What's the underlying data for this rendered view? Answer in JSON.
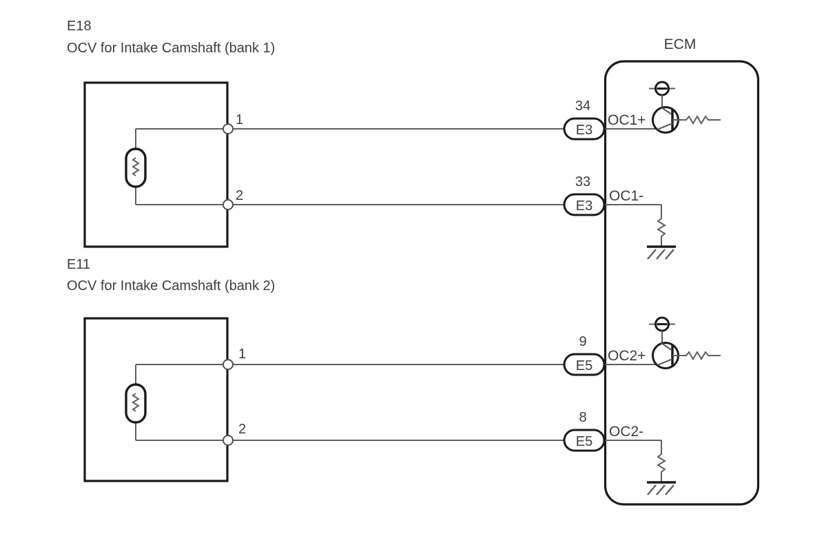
{
  "components": [
    {
      "code": "E18",
      "name": "OCV for Intake Camshaft (bank 1)",
      "pin1": "1",
      "pin2": "2",
      "symbol": "solenoid-coil"
    },
    {
      "code": "E11",
      "name": "OCV for Intake Camshaft (bank 2)",
      "pin1": "1",
      "pin2": "2",
      "symbol": "solenoid-coil"
    }
  ],
  "ecm": {
    "label": "ECM",
    "terminals": [
      {
        "pin": "34",
        "connector": "E3",
        "signal": "OC1+",
        "internal": "transistor-driver-with-power-and-resistor"
      },
      {
        "pin": "33",
        "connector": "E3",
        "signal": "OC1-",
        "internal": "resistor-to-ground"
      },
      {
        "pin": "9",
        "connector": "E5",
        "signal": "OC2+",
        "internal": "transistor-driver-with-power-and-resistor"
      },
      {
        "pin": "8",
        "connector": "E5",
        "signal": "OC2-",
        "internal": "resistor-to-ground"
      }
    ]
  },
  "colors": {
    "background": "#ffffff",
    "component_outline": "#1a1a1a",
    "wire": "#5e5e5e",
    "text": "#3d3d3d"
  }
}
